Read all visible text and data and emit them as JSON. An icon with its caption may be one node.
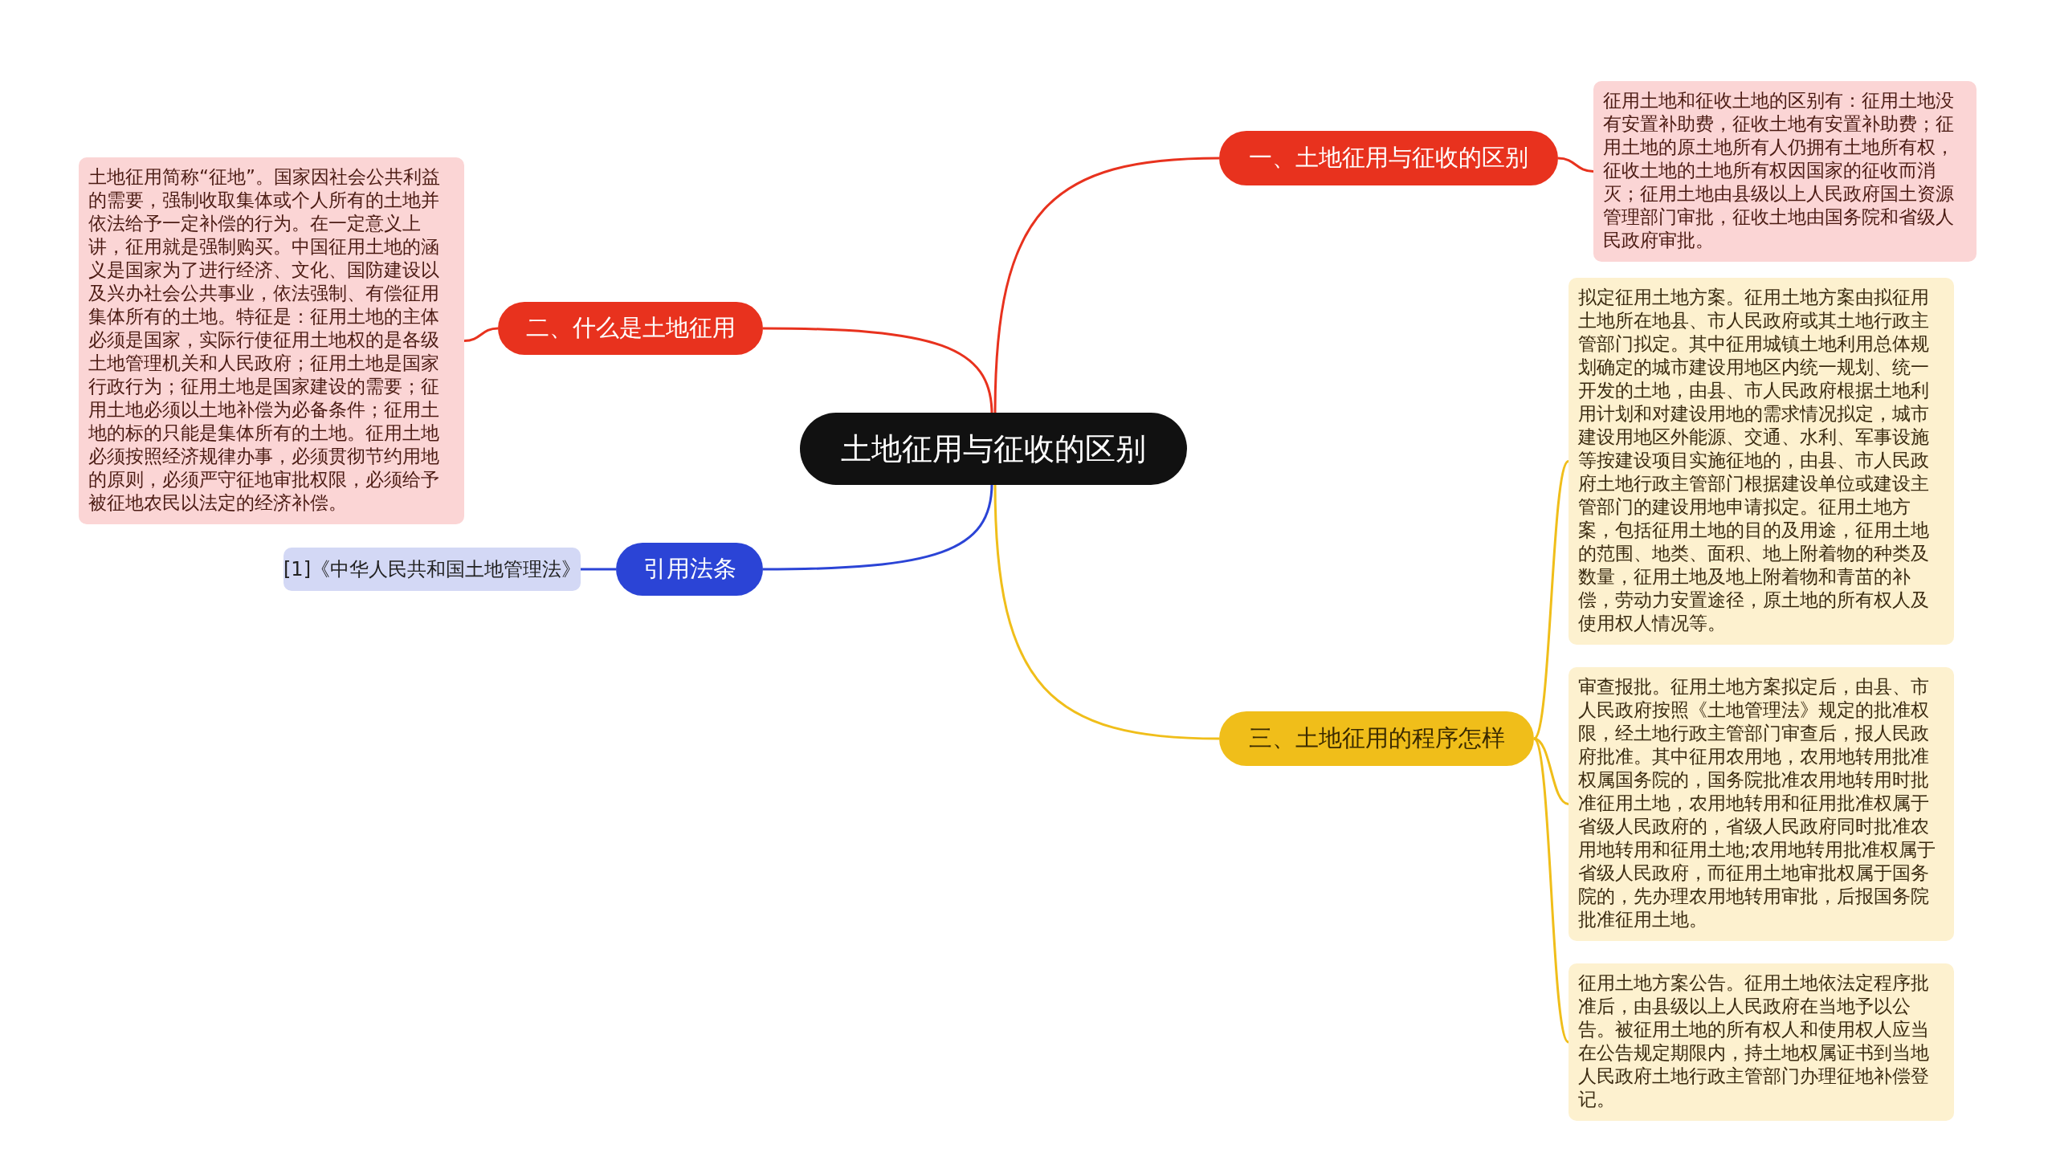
{
  "diagram": {
    "nodes": [
      {
        "text": [
          "土地征用与征收的区别"
        ]
      },
      {
        "text": [
          "一、土地征用与征收的区别"
        ]
      },
      {
        "text": [
          "征用土地和征收土地的区别有：征用土地没有安置补助费，征收土地有安置补助费；征用土地的原土地所有人仍拥有土地所有权，征收土地的土地所有权因国家的征收而消灭；征用土地由县级以上人民政府国土资源管理部门审批，征收土地由国务院和省级人民政府审批。"
        ]
      },
      {
        "text": [
          "二、什么是土地征用"
        ]
      },
      {
        "text": [
          "土地征用简称“征地”。国家因社会公共利益的需要，强制收取集体或个人所有的土地并依法给予一定补偿的行为。在一定意义上讲，征用就是强制购买。中国征用土地的涵义是国家为了进行经济、文化、国防建设以及兴办社会公共事业，依法强制、有偿征用集体所有的土地。特征是：征用土地的主体必须是国家，实际行使征用土地权的是各级土地管理机关和人民政府；征用土地是国家行政行为；征用土地是国家建设的需要；征用土地必须以土地补偿为必备条件；征用土地的标的只能是集体所有的土地。征用土地必须按照经济规律办事，必须贯彻节约用地的原则，必须严守征地审批权限，必须给予被征地农民以法定的经济补偿。"
        ]
      },
      {
        "text": [
          "引用法条"
        ]
      },
      {
        "text": [
          "[1]《中华人民共和国土地管理法》"
        ]
      },
      {
        "text": [
          "三、土地征用的程序怎样"
        ]
      },
      {
        "text": [
          "拟定征用土地方案。征用土地方案由拟征用土地所在地县、市人民政府或其土地行政主管部门拟定。其中征用城镇土地利用总体规划确定的城市建设用地区内统一规划、统一开发的土地，由县、市人民政府根据土地利用计划和对建设用地的需求情况拟定，城市建设用地区外能源、交通、水利、军事设施等按建设项目实施征地的，由县、市人民政府土地行政主管部门根据建设单位或建设主管部门的建设用地申请拟定。征用土地方案，包括征用土地的目的及用途，征用土地的范围、地类、面积、地上附着物的种类及数量，征用土地及地上附着物和青苗的补偿，劳动力安置途径，原土地的所有权人及使用权人情况等。"
        ]
      },
      {
        "text": [
          "审查报批。征用土地方案拟定后，由县、市人民政府按照《土地管理法》规定的批准权限，经土地行政主管部门审查后，报人民政府批准。其中征用农用地，农用地转用批准权属国务院的，国务院批准农用地转用时批准征用土地，农用地转用和征用批准权属于省级人民政府的，省级人民政府同时批准农用地转用和征用土地;农用地转用批准权属于省级人民政府，而征用土地审批权属于国务院的，先办理农用地转用审批，后报国务院批准征用土地。"
        ]
      },
      {
        "text": [
          "征用土地方案公告。征用土地依法定程序批准后，由县级以上人民政府在当地予以公告。被征用土地的所有权人和使用权人应当在公告规定期限内，持土地权属证书到当地人民政府土地行政主管部门办理征地补偿登记。"
        ]
      }
    ],
    "edges": [
      {
        "from": 0,
        "to": 1,
        "arrow": "none",
        "color": "#e8321e"
      },
      {
        "from": 1,
        "to": 2,
        "arrow": "none",
        "color": "#e8321e"
      },
      {
        "from": 0,
        "to": 3,
        "arrow": "none",
        "color": "#e8321e"
      },
      {
        "from": 3,
        "to": 4,
        "arrow": "none",
        "color": "#e8321e"
      },
      {
        "from": 0,
        "to": 5,
        "arrow": "none",
        "color": "#2b44d6"
      },
      {
        "from": 5,
        "to": 6,
        "arrow": "none",
        "color": "#2b44d6"
      },
      {
        "from": 0,
        "to": 7,
        "arrow": "none",
        "color": "#f0be1a"
      },
      {
        "from": 7,
        "to": 8,
        "arrow": "none",
        "color": "#f0be1a"
      },
      {
        "from": 7,
        "to": 9,
        "arrow": "none",
        "color": "#f0be1a"
      },
      {
        "from": 7,
        "to": 10,
        "arrow": "none",
        "color": "#f0be1a"
      }
    ]
  }
}
